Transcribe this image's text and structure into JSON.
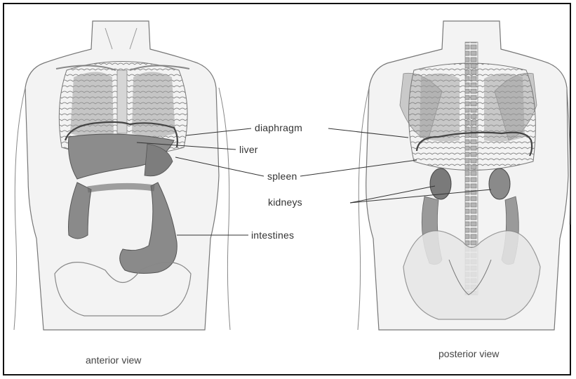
{
  "labels": {
    "diaphragm": "diaphragm",
    "liver": "liver",
    "spleen": "spleen",
    "kidneys": "kidneys",
    "intestines": "intestines"
  },
  "captions": {
    "anterior": "anterior view",
    "posterior": "posterior view"
  },
  "colors": {
    "outline": "#555555",
    "organ_fill": "#9a9a9a",
    "diaphragm_line": "#444444",
    "pointer": "#333333"
  }
}
